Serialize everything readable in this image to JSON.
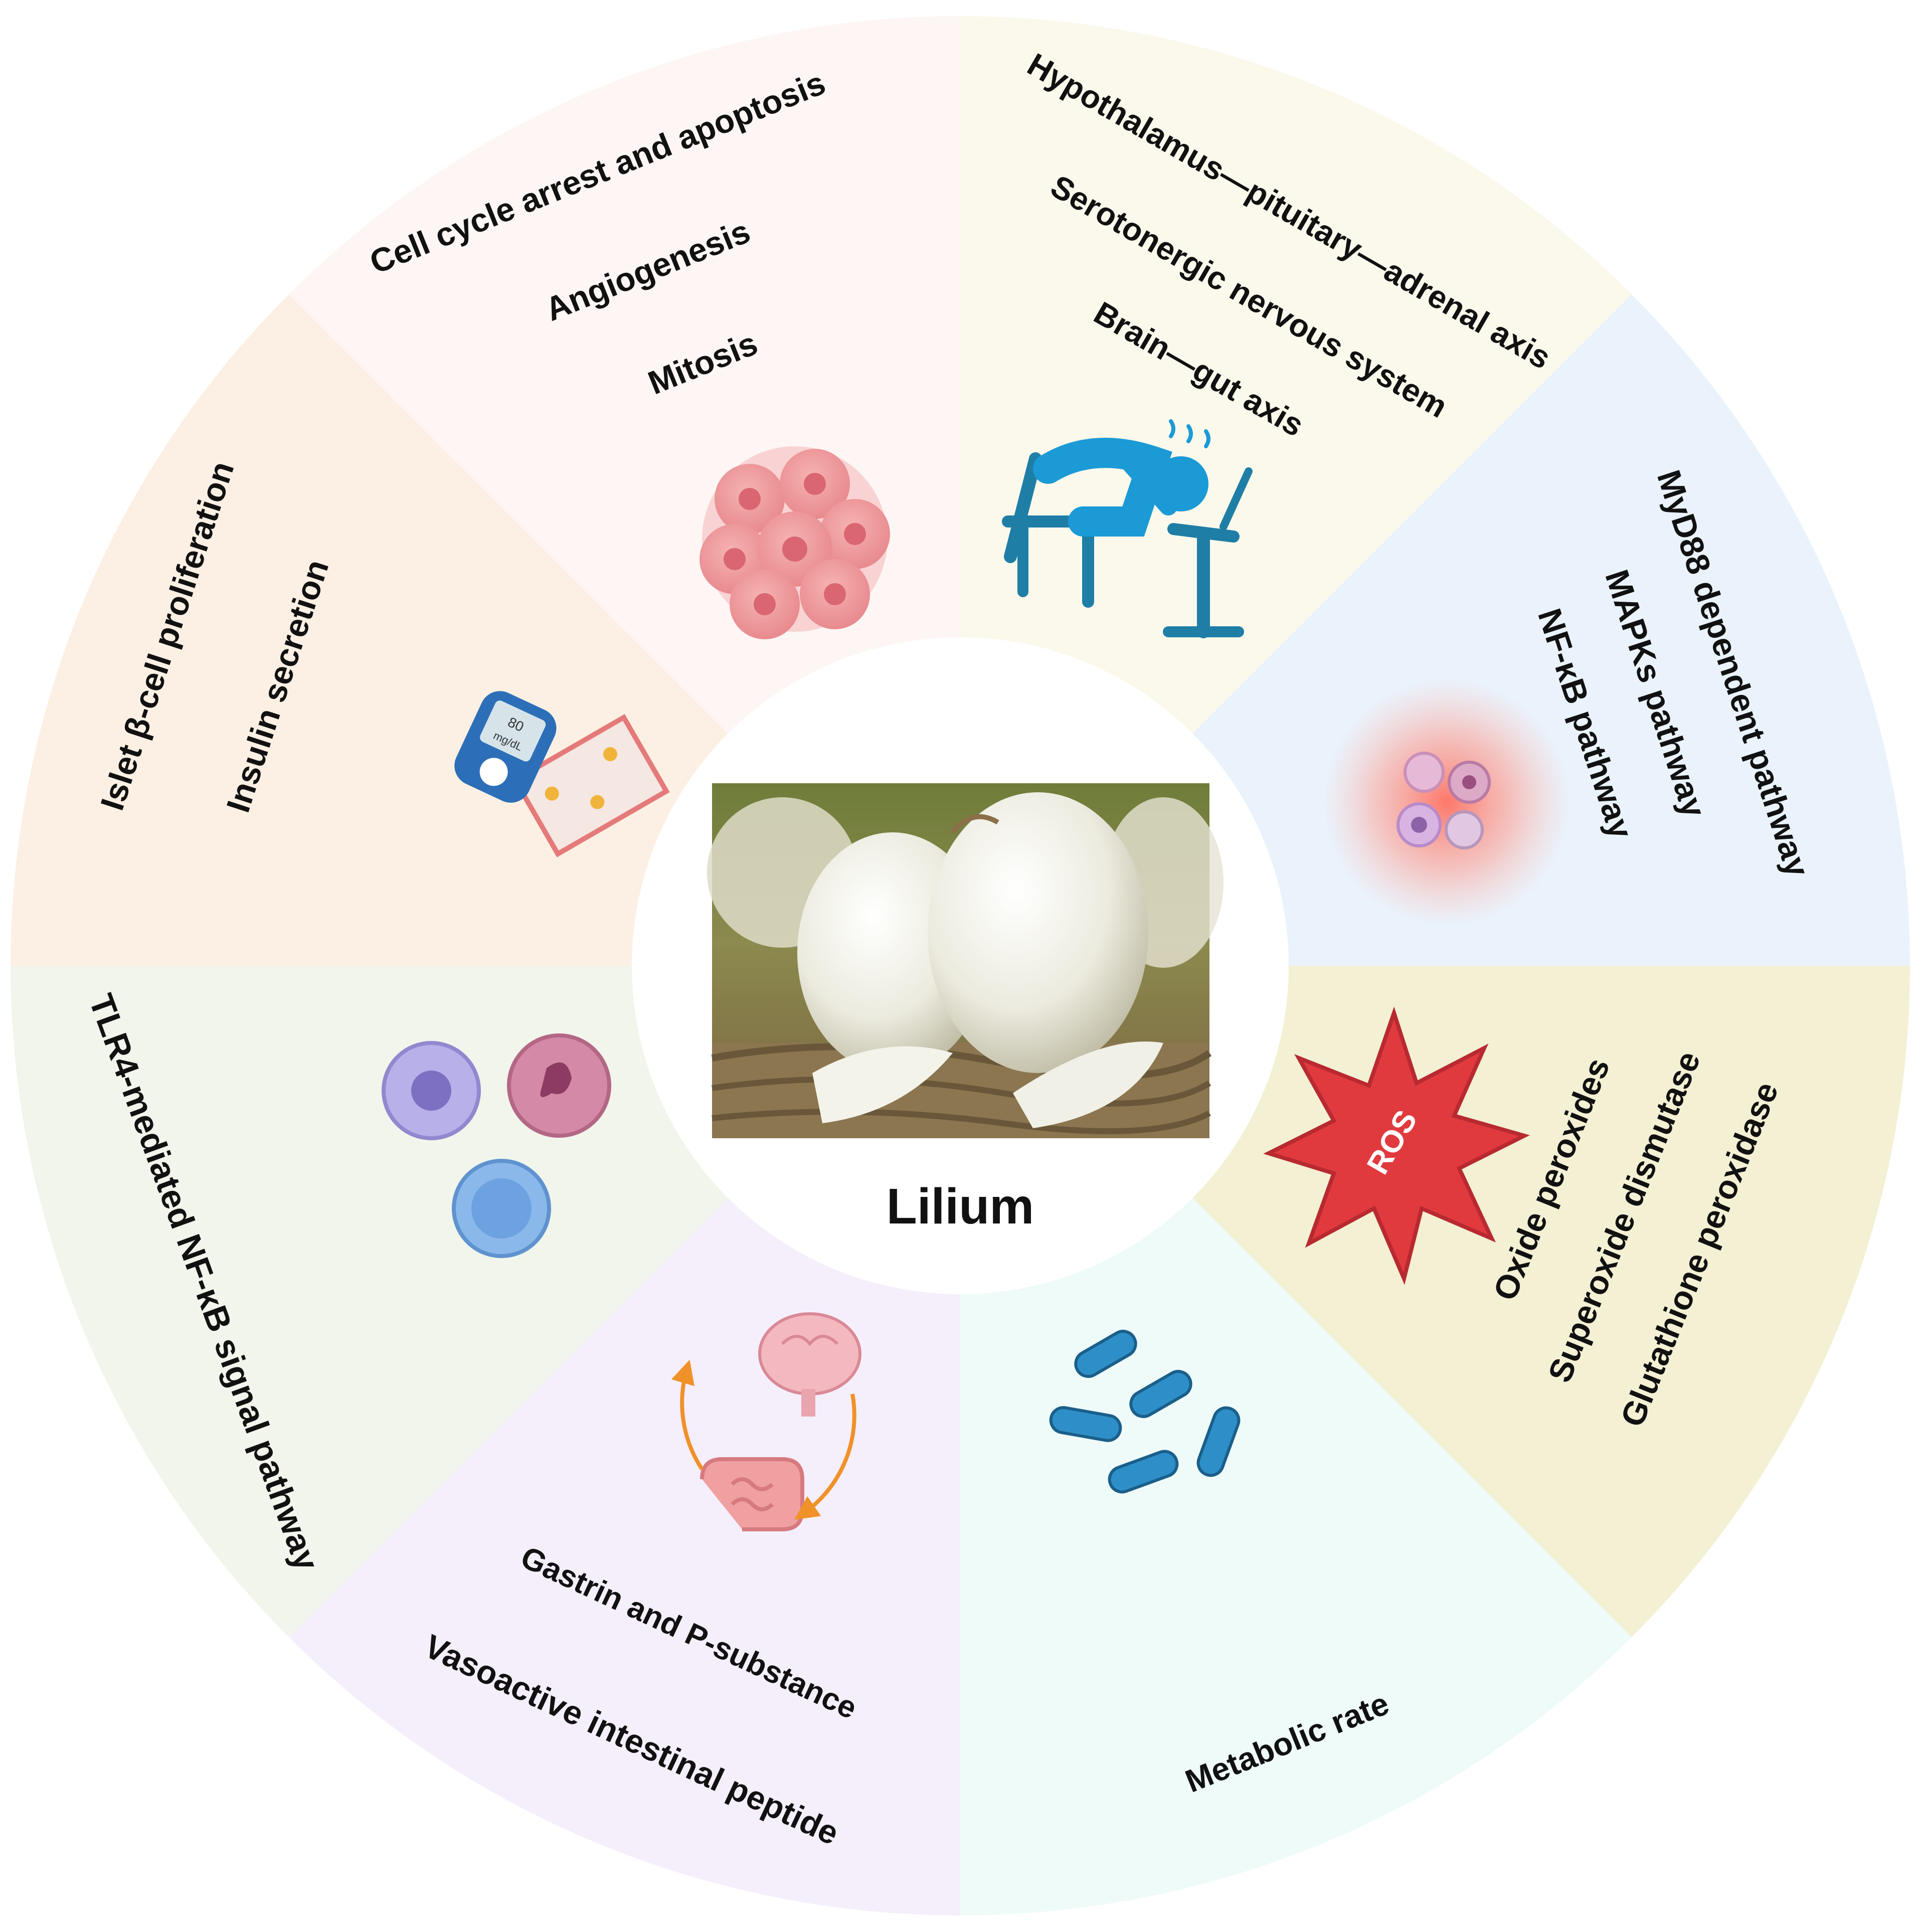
{
  "center": {
    "title": "Lilium"
  },
  "segments": {
    "cancer": {
      "color": "#fbf9ec",
      "labels": [
        "Cell cycle arrest and apoptosis",
        "Angiogenesis",
        "Mitosis"
      ]
    },
    "neuro": {
      "color": "#eaf3fc",
      "labels": [
        "Hypothalamus—pituitary—adrenal axis",
        "Serotonergic nervous system",
        "Brain—gut axis"
      ]
    },
    "inflammation": {
      "color": "#f3f0d4",
      "labels": [
        "MyD88 dependent pathway",
        "MAPKs pathway",
        "NF-κB  pathway"
      ]
    },
    "oxidative": {
      "color": "#effbf9",
      "labels": [
        "Oxide peroxides",
        "Superoxide dismutase",
        "Glutathione peroxidase"
      ],
      "badge": "ROS"
    },
    "metabolism": {
      "color": "#f5effc",
      "labels": [
        "Metabolic rate"
      ]
    },
    "gut": {
      "color": "#f1f5ec",
      "labels": [
        "Gastrin and P-substance",
        "Vasoactive intestinal peptide"
      ]
    },
    "immune": {
      "color": "#fcf0e4",
      "labels": [
        "TLR4-mediated NF-κB signal pathway"
      ]
    },
    "diabetes": {
      "color": "#fdf6f4",
      "labels": [
        "Islet β-cell proliferation",
        "Insulin secretion"
      ],
      "meter": [
        "80",
        "mg/dL"
      ]
    }
  }
}
